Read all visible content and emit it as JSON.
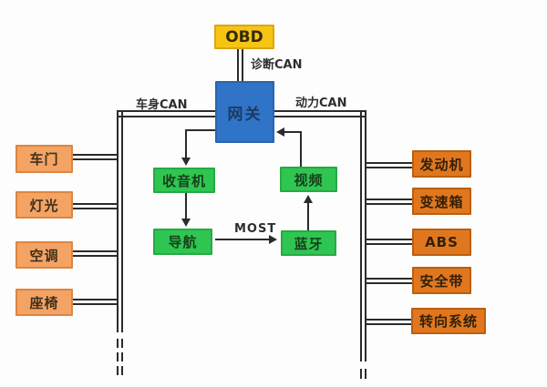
{
  "diagram_type": "automotive-can-bus-network",
  "colors": {
    "obd_fill": "#f6c514",
    "gateway_fill": "#2f74c7",
    "media_fill": "#2ec650",
    "body_node_fill": "#f3a364",
    "power_node_fill": "#e0771e",
    "line": "#2b2b2b",
    "background": "#fdfdfd"
  },
  "obd": {
    "label": "OBD"
  },
  "gateway": {
    "label": "网关"
  },
  "bus_labels": {
    "diagnostic": "诊断CAN",
    "body": "车身CAN",
    "power": "动力CAN",
    "most": "MOST"
  },
  "body_bus_nodes": [
    {
      "label": "车门"
    },
    {
      "label": "灯光"
    },
    {
      "label": "空调"
    },
    {
      "label": "座椅"
    }
  ],
  "power_bus_nodes": [
    {
      "label": "发动机"
    },
    {
      "label": "变速箱"
    },
    {
      "label": "ABS"
    },
    {
      "label": "安全带"
    },
    {
      "label": "转向系统"
    }
  ],
  "media_nodes": [
    {
      "label": "收音机"
    },
    {
      "label": "视频"
    },
    {
      "label": "导航"
    },
    {
      "label": "蓝牙"
    }
  ]
}
